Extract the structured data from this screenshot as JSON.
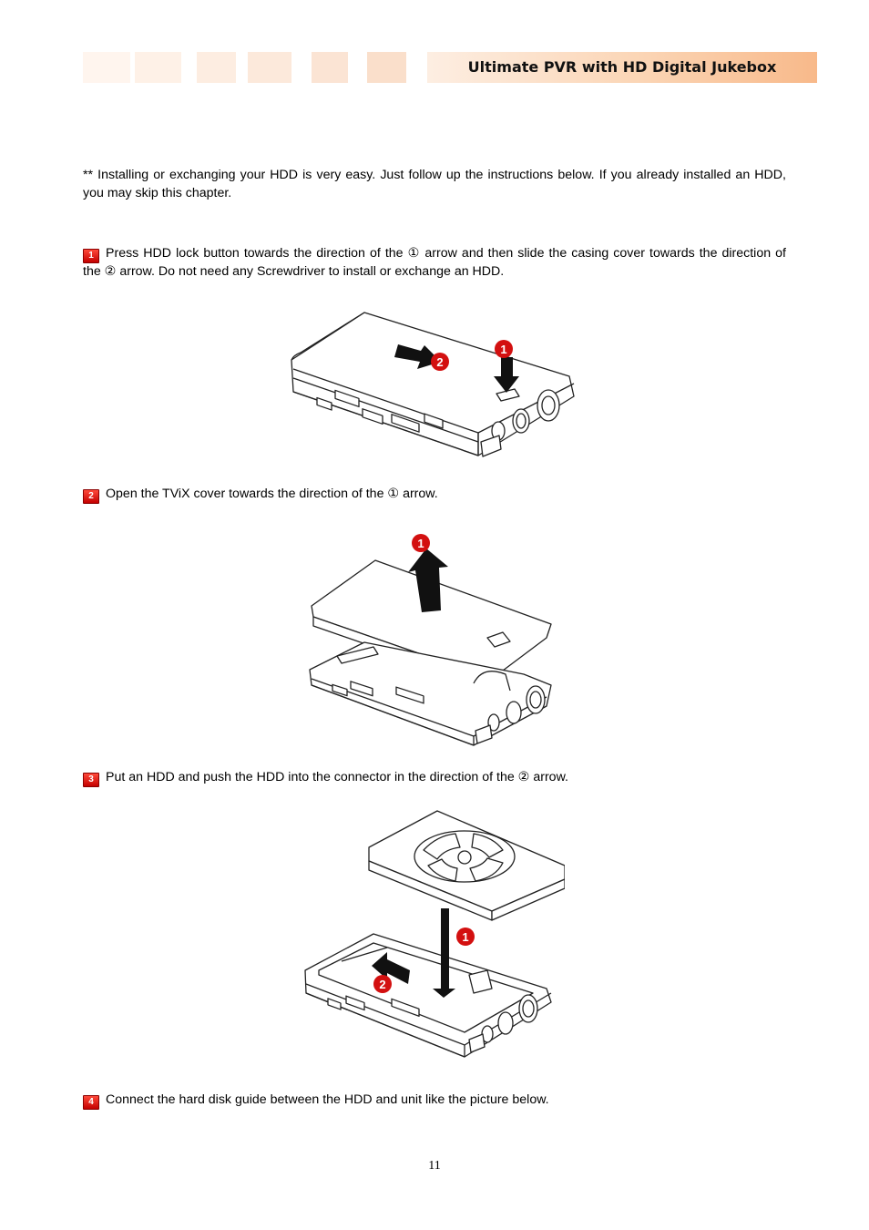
{
  "header": {
    "title": "Ultimate PVR with HD Digital Jukebox",
    "block_colors": [
      "#fff6f0",
      "#fef3ea",
      "#fdf0e6",
      "#fcece1",
      "#fbe7d9",
      "#fae2d0"
    ]
  },
  "intro": "** Installing or exchanging your HDD is very easy. Just follow up the instructions below. If you already installed an HDD, you may skip this chapter.",
  "steps": [
    {
      "number": "1",
      "text": "Press HDD lock button towards the direction of the ① arrow and then slide the casing cover towards the direction of the ② arrow. Do not need any Screwdriver to install or exchange an HDD."
    },
    {
      "number": "2",
      "text": "Open the TViX cover towards the direction of the ① arrow."
    },
    {
      "number": "3",
      "text": "Put an HDD and push the HDD into the connector in the direction of the ② arrow."
    },
    {
      "number": "4",
      "text": "Connect the hard disk guide between the HDD and unit like the picture below."
    }
  ],
  "figures": {
    "fig1": {
      "marker_1": "1",
      "marker_2": "2"
    },
    "fig2": {
      "marker_1": "1"
    },
    "fig3": {
      "marker_1": "1",
      "marker_2": "2"
    }
  },
  "colors": {
    "badge_red": "#d40000",
    "marker_red": "#d31010"
  },
  "footer": {
    "page_number": "11"
  }
}
